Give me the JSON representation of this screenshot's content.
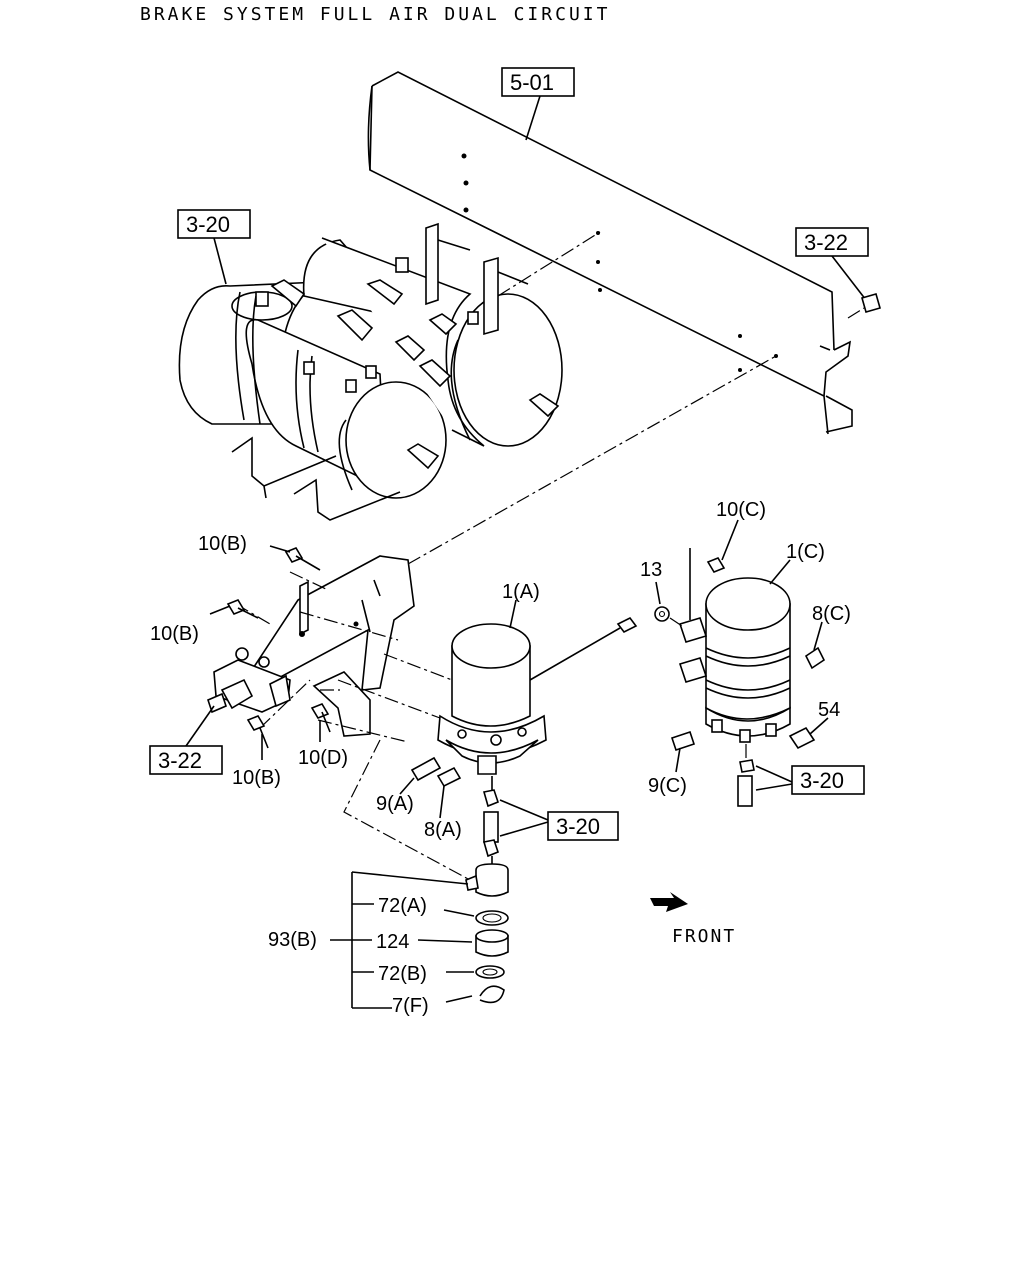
{
  "title": "BRAKE SYSTEM FULL AIR DUAL CIRCUIT",
  "refs": {
    "frame": "5-01",
    "tanks": "3-20",
    "bolt_top": "3-22",
    "bracket": "3-22",
    "dryer_pipe": "3-20",
    "right_pipe": "3-20"
  },
  "labels": {
    "p10b_top": "10(B)",
    "p10b_mid": "10(B)",
    "p10b_low": "10(B)",
    "p10d": "10(D)",
    "p1a": "1(A)",
    "p9a": "9(A)",
    "p8a": "8(A)",
    "p10c": "10(C)",
    "p1c": "1(C)",
    "p13": "13",
    "p8c": "8(C)",
    "p54": "54",
    "p9c": "9(C)",
    "p93b": "93(B)",
    "p72a": "72(A)",
    "p124": "124",
    "p72b": "72(B)",
    "p7f": "7(F)",
    "front": "FRONT"
  }
}
